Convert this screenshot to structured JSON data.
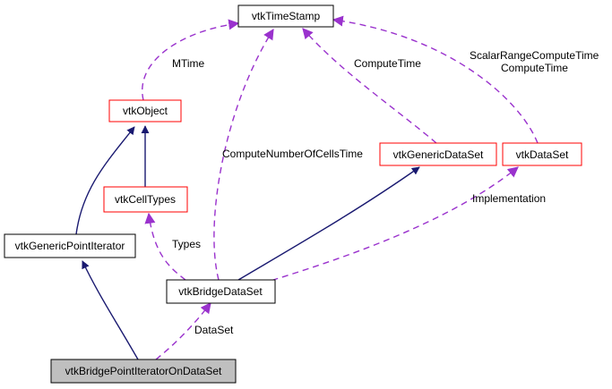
{
  "nodes": {
    "time_stamp": "vtkTimeStamp",
    "object": "vtkObject",
    "cell_types": "vtkCellTypes",
    "generic_data_set": "vtkGenericDataSet",
    "data_set": "vtkDataSet",
    "generic_point_iterator": "vtkGenericPointIterator",
    "bridge_data_set": "vtkBridgeDataSet",
    "bridge_point_iterator": "vtkBridgePointIteratorOnDataSet"
  },
  "edge_labels": {
    "mtime": "MTime",
    "compute_time": "ComputeTime",
    "scalar_range_line1": "ScalarRangeComputeTime",
    "scalar_range_line2": "ComputeTime",
    "compute_cells_time": "ComputeNumberOfCellsTime",
    "implementation": "Implementation",
    "types": "Types",
    "data_set": "DataSet"
  },
  "colors": {
    "inheritance_edge": "#191970",
    "usage_edge": "#9a32cd",
    "documented_border": "#000000",
    "undocumented_border": "#ff0000",
    "focus_fill": "#bfbfbf"
  }
}
